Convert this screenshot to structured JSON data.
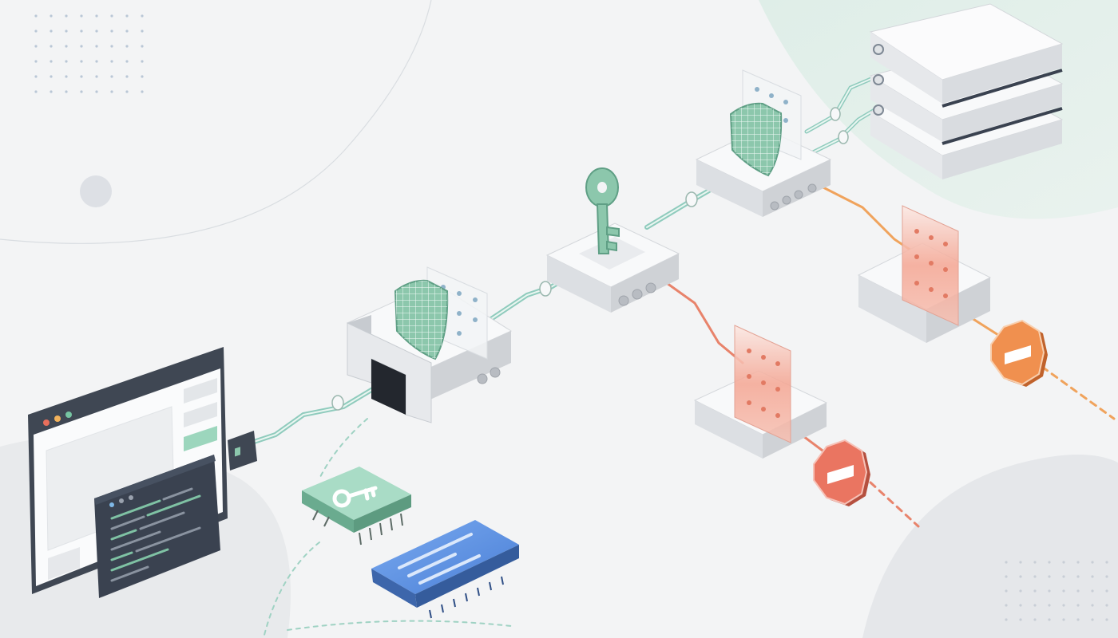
{
  "diagram": {
    "nodes": [
      {
        "id": "client-window",
        "kind": "browser-window",
        "icon": "browser-window-icon"
      },
      {
        "id": "code-terminal",
        "kind": "terminal",
        "icon": "code-terminal-icon"
      },
      {
        "id": "api-key-chip",
        "kind": "key-chip",
        "icon": "key-icon"
      },
      {
        "id": "token-card",
        "kind": "blue-card",
        "icon": "card-icon"
      },
      {
        "id": "gateway-firewall",
        "kind": "firewall",
        "icon": "shield-icon"
      },
      {
        "id": "key-auth-node",
        "kind": "auth-switch",
        "icon": "key-icon"
      },
      {
        "id": "shield-router",
        "kind": "router",
        "icon": "shield-icon"
      },
      {
        "id": "database-server",
        "kind": "server-stack",
        "icon": "server-stack-icon"
      },
      {
        "id": "blocked-filter-1",
        "kind": "filter-station",
        "icon": "filter-panel-icon"
      },
      {
        "id": "blocked-filter-2",
        "kind": "filter-station",
        "icon": "filter-panel-icon"
      },
      {
        "id": "stop-sign-1",
        "kind": "blocked",
        "icon": "stop-sign-icon"
      },
      {
        "id": "stop-sign-2",
        "kind": "blocked",
        "icon": "stop-sign-icon"
      }
    ],
    "flows": [
      {
        "from": "client-window",
        "to": "gateway-firewall",
        "status": "allowed"
      },
      {
        "from": "gateway-firewall",
        "to": "key-auth-node",
        "status": "allowed"
      },
      {
        "from": "key-auth-node",
        "to": "shield-router",
        "status": "allowed"
      },
      {
        "from": "shield-router",
        "to": "database-server",
        "status": "allowed"
      },
      {
        "from": "key-auth-node",
        "to": "blocked-filter-1",
        "status": "rejected"
      },
      {
        "from": "blocked-filter-1",
        "to": "stop-sign-1",
        "status": "rejected"
      },
      {
        "from": "shield-router",
        "to": "blocked-filter-2",
        "status": "rejected"
      },
      {
        "from": "blocked-filter-2",
        "to": "stop-sign-2",
        "status": "rejected"
      }
    ],
    "colors": {
      "background": "#f3f4f5",
      "allowed_line": "#8fcbbd",
      "rejected_line_red": "#e8836b",
      "rejected_line_orange": "#f0a35c",
      "shield_green": "#8cc7ac",
      "device_white": "#f8f9fa",
      "device_grey": "#cfd2d6",
      "dark_frame": "#3f4753",
      "stop_red": "#ea7561",
      "stop_orange": "#f0904f",
      "card_blue": "#5b8fe0",
      "chip_green": "#7fc2a4"
    }
  }
}
